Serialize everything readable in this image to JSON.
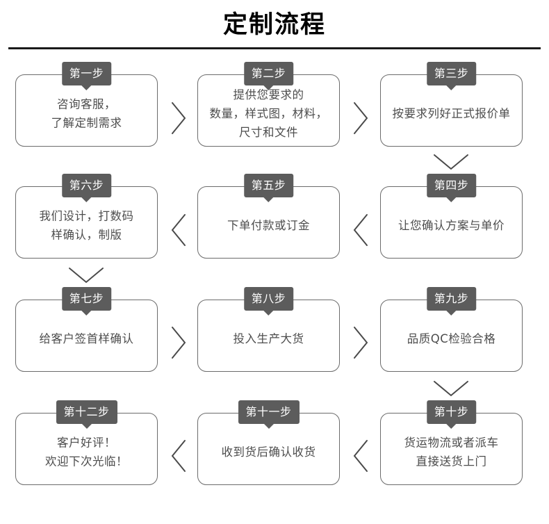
{
  "header": {
    "title": "定制流程"
  },
  "flow": {
    "steps": [
      {
        "badge": "第一步",
        "text": "咨询客服，\n了解定制需求",
        "row": 1,
        "col": 1
      },
      {
        "badge": "第二步",
        "text": "提供您要求的\n数量，样式图，材料，\n尺寸和文件",
        "row": 1,
        "col": 2
      },
      {
        "badge": "第三步",
        "text": "按要求列好正式报价单",
        "row": 1,
        "col": 3
      },
      {
        "badge": "第四步",
        "text": "让您确认方案与单价",
        "row": 2,
        "col": 3
      },
      {
        "badge": "第五步",
        "text": "下单付款或订金",
        "row": 2,
        "col": 2
      },
      {
        "badge": "第六步",
        "text": "我们设计，打数码\n样确认，制版",
        "row": 2,
        "col": 1
      },
      {
        "badge": "第七步",
        "text": "给客户签首样确认",
        "row": 3,
        "col": 1
      },
      {
        "badge": "第八步",
        "text": "投入生产大货",
        "row": 3,
        "col": 2
      },
      {
        "badge": "第九步",
        "text": "品质QC检验合格",
        "row": 3,
        "col": 3
      },
      {
        "badge": "第十步",
        "text": "货运物流或者派车\n直接送货上门",
        "row": 4,
        "col": 3
      },
      {
        "badge": "第十一步",
        "text": "收到货后确认收货",
        "row": 4,
        "col": 2
      },
      {
        "badge": "第十二步",
        "text": "客户好评！\n欢迎下次光临！",
        "row": 4,
        "col": 1
      }
    ],
    "connectors": [
      {
        "name": "connector-step1-to-step2",
        "direction": "right"
      },
      {
        "name": "connector-step2-to-step3",
        "direction": "right"
      },
      {
        "name": "connector-step3-to-step4",
        "direction": "down"
      },
      {
        "name": "connector-step4-to-step5",
        "direction": "left"
      },
      {
        "name": "connector-step5-to-step6",
        "direction": "left"
      },
      {
        "name": "connector-step6-to-step7",
        "direction": "down"
      },
      {
        "name": "connector-step7-to-step8",
        "direction": "right"
      },
      {
        "name": "connector-step8-to-step9",
        "direction": "right"
      },
      {
        "name": "connector-step9-to-step10",
        "direction": "down"
      },
      {
        "name": "connector-step10-to-step11",
        "direction": "left"
      },
      {
        "name": "connector-step11-to-step12",
        "direction": "left"
      }
    ]
  },
  "colors": {
    "badge_bg": "#5c5c5c",
    "badge_text": "#ffffff",
    "box_border": "#6b6b6b",
    "body_text": "#4d4d4d",
    "title_text": "#000000",
    "rule": "#1a1a1a",
    "chevron": "#4a4a4a",
    "background": "#ffffff"
  }
}
